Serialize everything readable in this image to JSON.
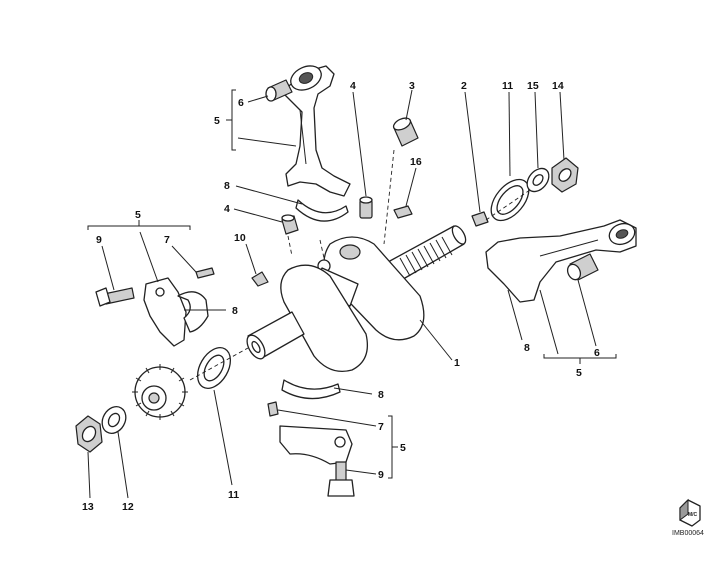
{
  "callouts": {
    "c1": "1",
    "c2": "2",
    "c3": "3",
    "c4a": "4",
    "c4b": "4",
    "c5a": "5",
    "c5b": "5",
    "c5c": "5",
    "c5d": "5",
    "c6a": "6",
    "c6b": "6",
    "c7a": "7",
    "c7b": "7",
    "c8a": "8",
    "c8b": "8",
    "c8c": "8",
    "c8d": "8",
    "c9a": "9",
    "c9b": "9",
    "c10": "10",
    "c11a": "11",
    "c11b": "11",
    "c12": "12",
    "c13": "13",
    "c14": "14",
    "c15": "15",
    "c16": "16"
  },
  "drawing_code": "IMB00064",
  "nav_icon_text": "M/C"
}
